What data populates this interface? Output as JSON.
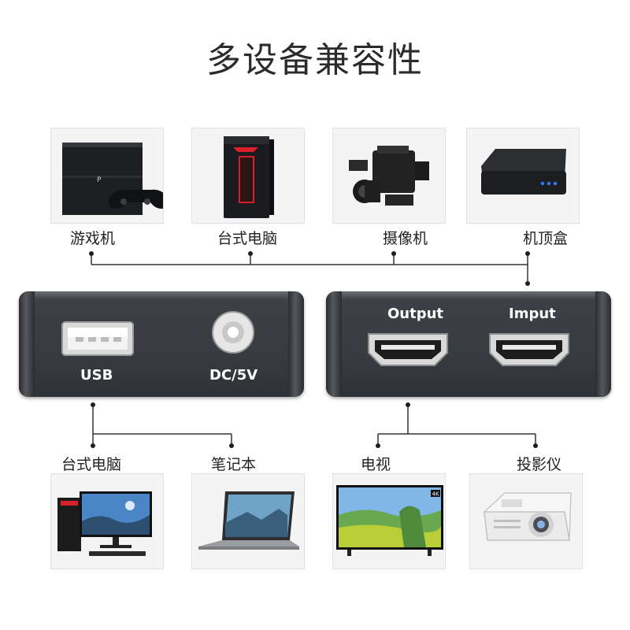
{
  "title": "多设备兼容性",
  "inputs": [
    {
      "label": "游戏机",
      "icon": "game-console-icon"
    },
    {
      "label": "台式电脑",
      "icon": "desktop-tower-icon"
    },
    {
      "label": "摄像机",
      "icon": "camcorder-icon"
    },
    {
      "label": "机顶盒",
      "icon": "set-top-box-icon"
    }
  ],
  "device_left": {
    "usb_label": "USB",
    "dc_label": "DC/5V"
  },
  "device_right": {
    "output_label": "Output",
    "input_label": "Imput"
  },
  "outputs": [
    {
      "label": "台式电脑",
      "icon": "desktop-monitor-icon"
    },
    {
      "label": "笔记本",
      "icon": "laptop-icon"
    },
    {
      "label": "电视",
      "icon": "tv-icon"
    },
    {
      "label": "投影仪",
      "icon": "projector-icon"
    }
  ],
  "tv_badge": "4K",
  "colors": {
    "device_body": "#383b40",
    "line": "#333333",
    "card_bg": "#f4f4f4",
    "set_top_led": "#2f7bff",
    "tower_accent": "#d9202a"
  }
}
